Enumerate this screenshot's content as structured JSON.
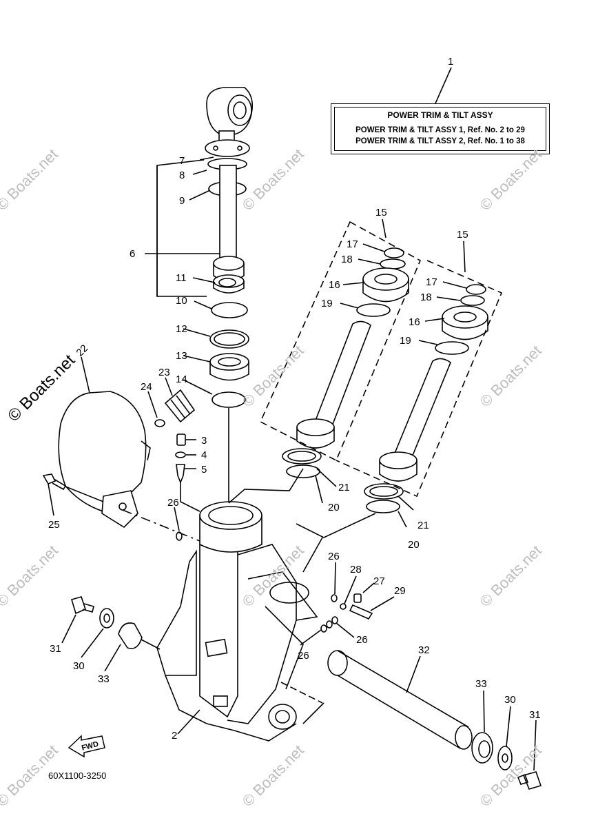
{
  "legend": {
    "ref_number": "1",
    "title": "POWER TRIM & TILT ASSY",
    "line1": "POWER TRIM & TILT ASSY 1,  Ref. No. 2 to 29",
    "line2": "POWER TRIM & TILT ASSY 2,  Ref. No. 1 to 38"
  },
  "drawing_code": "60X1100-3250",
  "fwd_label": "FWD",
  "watermark": "© Boats.net",
  "callouts": [
    {
      "id": "c1",
      "text": "1"
    },
    {
      "id": "c2",
      "text": "2"
    },
    {
      "id": "c3",
      "text": "3"
    },
    {
      "id": "c4",
      "text": "4"
    },
    {
      "id": "c5",
      "text": "5"
    },
    {
      "id": "c6",
      "text": "6"
    },
    {
      "id": "c7",
      "text": "7"
    },
    {
      "id": "c8",
      "text": "8"
    },
    {
      "id": "c9",
      "text": "9"
    },
    {
      "id": "c10",
      "text": "10"
    },
    {
      "id": "c11",
      "text": "11"
    },
    {
      "id": "c12",
      "text": "12"
    },
    {
      "id": "c13",
      "text": "13"
    },
    {
      "id": "c14",
      "text": "14"
    },
    {
      "id": "c15a",
      "text": "15"
    },
    {
      "id": "c15b",
      "text": "15"
    },
    {
      "id": "c16a",
      "text": "16"
    },
    {
      "id": "c16b",
      "text": "16"
    },
    {
      "id": "c17a",
      "text": "17"
    },
    {
      "id": "c17b",
      "text": "17"
    },
    {
      "id": "c18a",
      "text": "18"
    },
    {
      "id": "c18b",
      "text": "18"
    },
    {
      "id": "c19a",
      "text": "19"
    },
    {
      "id": "c19b",
      "text": "19"
    },
    {
      "id": "c20a",
      "text": "20"
    },
    {
      "id": "c20b",
      "text": "20"
    },
    {
      "id": "c21a",
      "text": "21"
    },
    {
      "id": "c21b",
      "text": "21"
    },
    {
      "id": "c22",
      "text": "22"
    },
    {
      "id": "c23",
      "text": "23"
    },
    {
      "id": "c24",
      "text": "24"
    },
    {
      "id": "c25",
      "text": "25"
    },
    {
      "id": "c26a",
      "text": "26"
    },
    {
      "id": "c26b",
      "text": "26"
    },
    {
      "id": "c26c",
      "text": "26"
    },
    {
      "id": "c26d",
      "text": "26"
    },
    {
      "id": "c27",
      "text": "27"
    },
    {
      "id": "c28",
      "text": "28"
    },
    {
      "id": "c29",
      "text": "29"
    },
    {
      "id": "c30a",
      "text": "30"
    },
    {
      "id": "c30b",
      "text": "30"
    },
    {
      "id": "c31a",
      "text": "31"
    },
    {
      "id": "c31b",
      "text": "31"
    },
    {
      "id": "c32",
      "text": "32"
    },
    {
      "id": "c33a",
      "text": "33"
    },
    {
      "id": "c33b",
      "text": "33"
    }
  ]
}
